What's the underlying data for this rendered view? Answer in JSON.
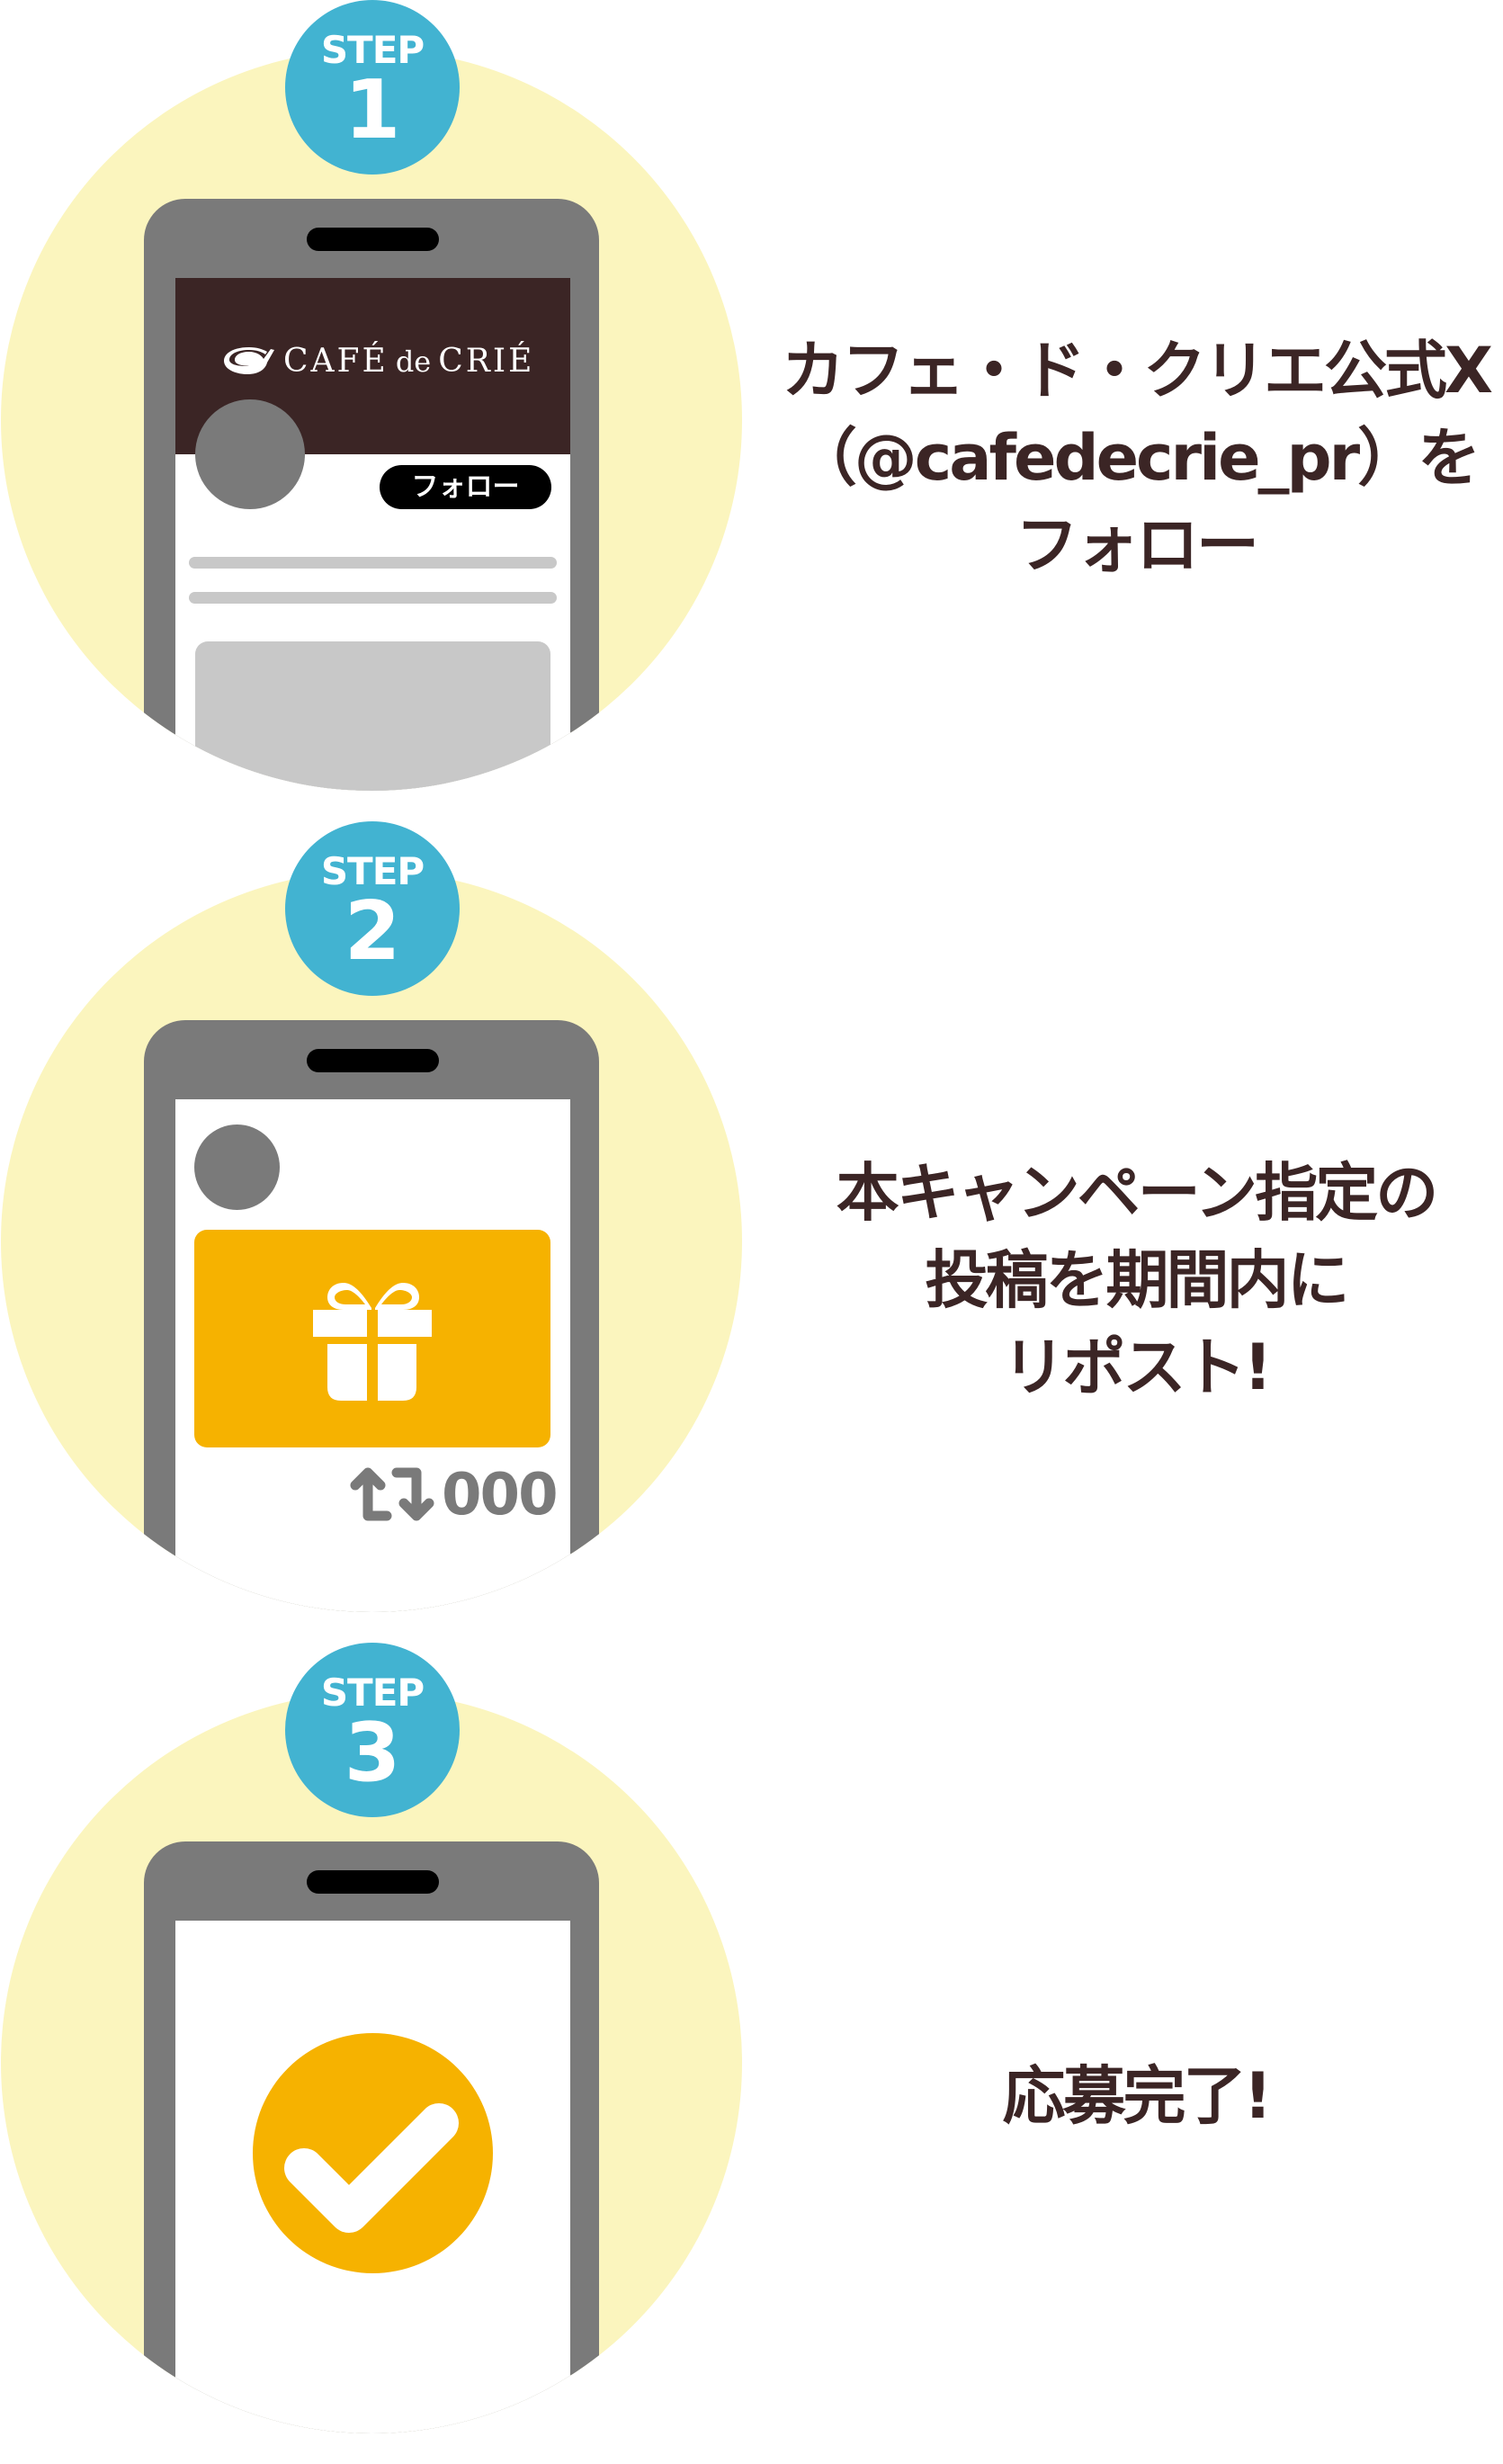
{
  "colors": {
    "background_circle": "#FBF5BE",
    "badge": "#42B3D1",
    "phone_frame": "#7A7A7A",
    "header_brown": "#3B2525",
    "accent_orange": "#F6B200",
    "placeholder_gray": "#C8C8C8",
    "text": "#3B2525"
  },
  "steps": [
    {
      "badge_label": "STEP",
      "badge_number": "1",
      "description_lines": [
        "カフェ・ド・クリエ公式X",
        "（@cafedecrie_pr）を",
        "フォロー"
      ],
      "phone": {
        "brand_logo": "CAFÉ de CRIÉ",
        "brand_logo_parts": [
          "CAFÉ",
          "de",
          "CRIÉ"
        ],
        "follow_button_label": "フォロー",
        "icons": [
          "coffee-cup-logo-icon",
          "avatar-placeholder"
        ]
      }
    },
    {
      "badge_label": "STEP",
      "badge_number": "2",
      "description_lines": [
        "本キャンペーン指定の",
        "投稿を期間内に",
        "リポスト!"
      ],
      "phone": {
        "post_image_icon": "gift-icon",
        "repost_icon": "repost-icon",
        "repost_count": "000"
      }
    },
    {
      "badge_label": "STEP",
      "badge_number": "3",
      "description_lines": [
        "応募完了!"
      ],
      "phone": {
        "status_icon": "check-circle-icon"
      }
    }
  ]
}
